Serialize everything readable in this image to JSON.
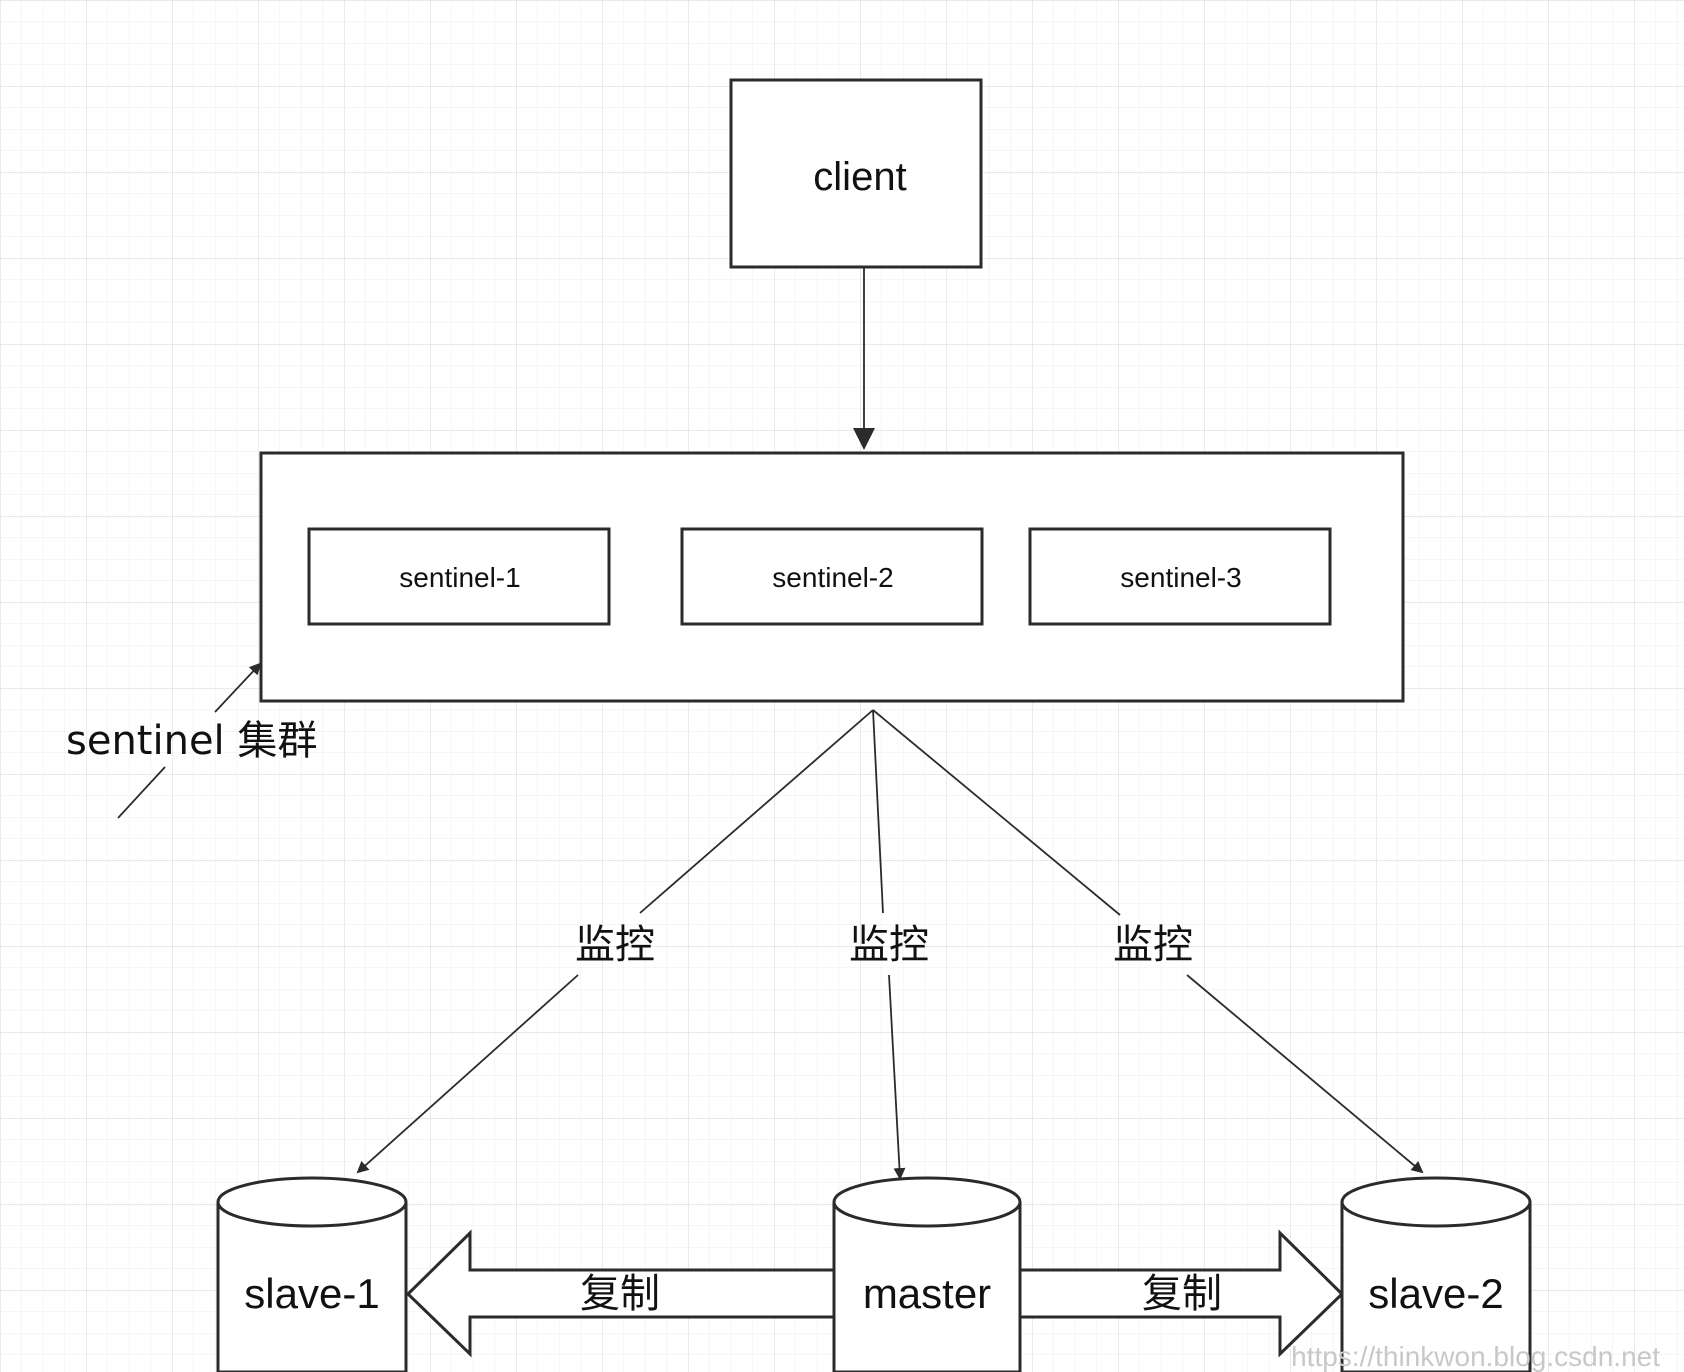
{
  "colors": {
    "background": "#ffffff",
    "grid": "#e3e3e3",
    "stroke": "#2b2b2b",
    "text": "#111111",
    "watermark": "#c8c8c8"
  },
  "client": {
    "label": "client"
  },
  "sentinel_cluster": {
    "label": "sentinel 集群",
    "nodes": [
      {
        "label": "sentinel-1"
      },
      {
        "label": "sentinel-2"
      },
      {
        "label": "sentinel-3"
      }
    ]
  },
  "monitor_labels": [
    "监控",
    "监控",
    "监控"
  ],
  "databases": {
    "slave1": {
      "label": "slave-1"
    },
    "master": {
      "label": "master"
    },
    "slave2": {
      "label": "slave-2"
    }
  },
  "replication_labels": [
    "复制",
    "复制"
  ],
  "watermark": "https://thinkwon.blog.csdn.net"
}
